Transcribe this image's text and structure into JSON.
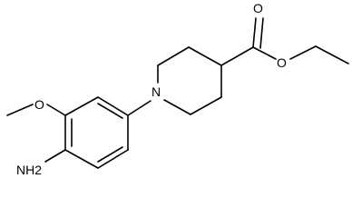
{
  "molecule": {
    "atoms": {
      "carbonyl_oxygen": "O",
      "ester_oxygen": "O",
      "methoxy_oxygen": "O",
      "ring_nitrogen": "N",
      "amine": "NH2"
    }
  }
}
